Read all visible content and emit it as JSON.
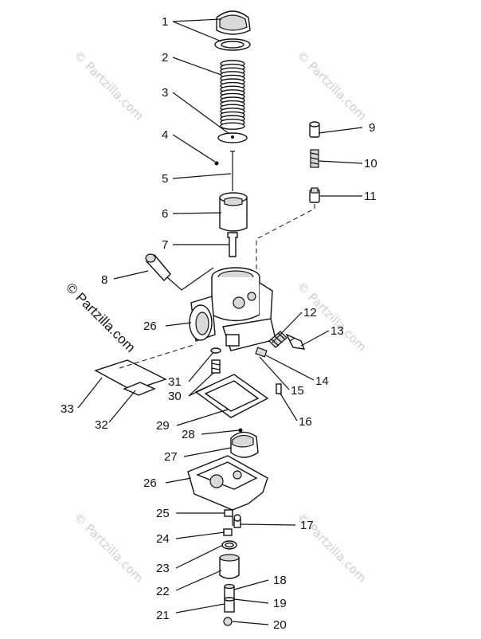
{
  "watermark": "© Partzilla.com",
  "callouts": [
    {
      "id": "c1",
      "label": "1"
    },
    {
      "id": "c2",
      "label": "2"
    },
    {
      "id": "c3",
      "label": "3"
    },
    {
      "id": "c4",
      "label": "4"
    },
    {
      "id": "c5",
      "label": "5"
    },
    {
      "id": "c6",
      "label": "6"
    },
    {
      "id": "c7",
      "label": "7"
    },
    {
      "id": "c8",
      "label": "8"
    },
    {
      "id": "c9",
      "label": "9"
    },
    {
      "id": "c10",
      "label": "10"
    },
    {
      "id": "c11",
      "label": "11"
    },
    {
      "id": "c12",
      "label": "12"
    },
    {
      "id": "c13",
      "label": "13"
    },
    {
      "id": "c14",
      "label": "14"
    },
    {
      "id": "c15",
      "label": "15"
    },
    {
      "id": "c16",
      "label": "16"
    },
    {
      "id": "c17",
      "label": "17"
    },
    {
      "id": "c18",
      "label": "18"
    },
    {
      "id": "c19",
      "label": "19"
    },
    {
      "id": "c20",
      "label": "20"
    },
    {
      "id": "c21",
      "label": "21"
    },
    {
      "id": "c22",
      "label": "22"
    },
    {
      "id": "c23",
      "label": "23"
    },
    {
      "id": "c24",
      "label": "24"
    },
    {
      "id": "c25",
      "label": "25"
    },
    {
      "id": "c26a",
      "label": "26"
    },
    {
      "id": "c26b",
      "label": "26"
    },
    {
      "id": "c27",
      "label": "27"
    },
    {
      "id": "c28",
      "label": "28"
    },
    {
      "id": "c29",
      "label": "29"
    },
    {
      "id": "c30",
      "label": "30"
    },
    {
      "id": "c31",
      "label": "31"
    },
    {
      "id": "c32",
      "label": "32"
    },
    {
      "id": "c33",
      "label": "33"
    }
  ]
}
